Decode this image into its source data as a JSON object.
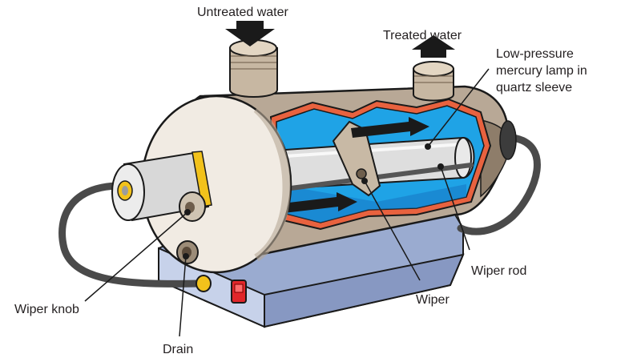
{
  "labels": {
    "untreated_water": "Untreated water",
    "treated_water": "Treated water",
    "lamp_line1": "Low-pressure",
    "lamp_line2": "mercury lamp in",
    "lamp_line3": "quartz sleeve",
    "wiper_rod": "Wiper rod",
    "wiper": "Wiper",
    "wiper_knob": "Wiper knob",
    "drain": "Drain"
  },
  "colors": {
    "housing": "#b8a896",
    "housing_dark": "#8e7d6a",
    "endcap": "#f1ebe3",
    "water": "#1fa3e6",
    "water_dark": "#1577c2",
    "lamp": "#dedede",
    "base": "#9aabd0",
    "switch": "#e0262a",
    "accent_yellow": "#f2c21b",
    "cable": "#4a4a4a",
    "arrow": "#1a1a1a"
  }
}
